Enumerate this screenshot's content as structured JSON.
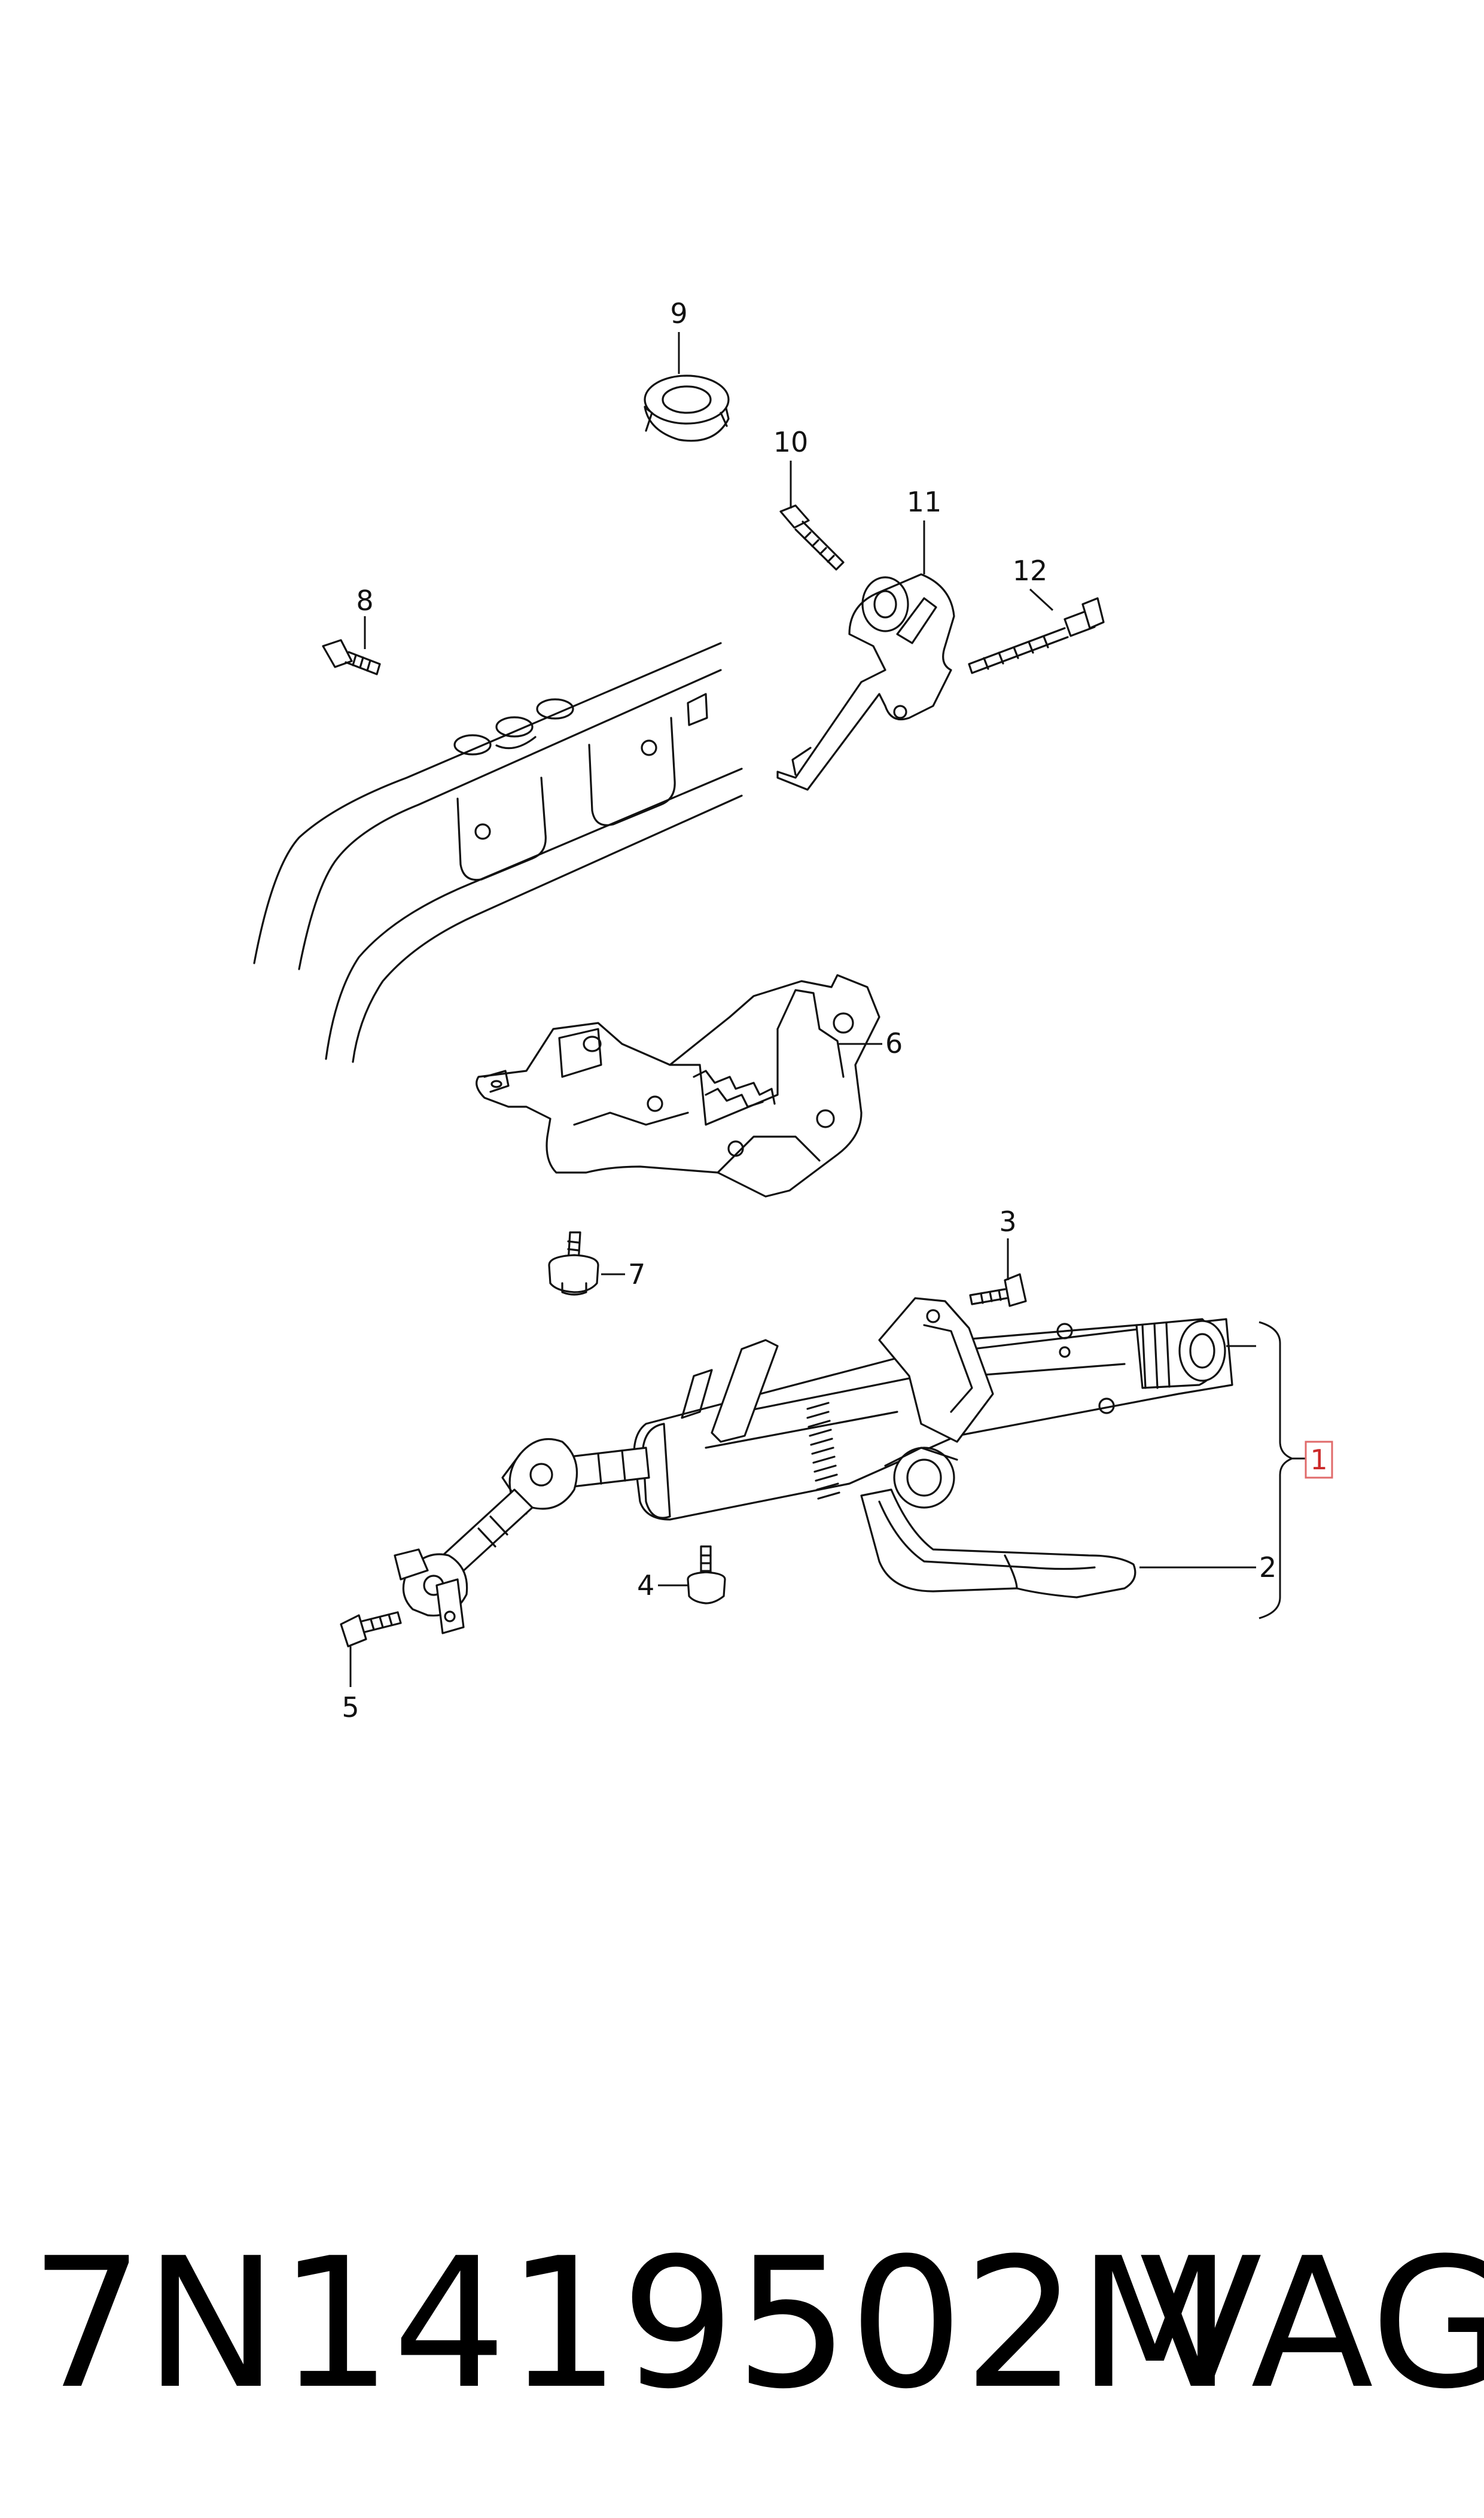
{
  "diagram": {
    "callouts": [
      {
        "id": "c1",
        "label": "1"
      },
      {
        "id": "c2",
        "label": "2"
      },
      {
        "id": "c3",
        "label": "3"
      },
      {
        "id": "c4",
        "label": "4"
      },
      {
        "id": "c5",
        "label": "5"
      },
      {
        "id": "c6",
        "label": "6"
      },
      {
        "id": "c7",
        "label": "7"
      },
      {
        "id": "c8",
        "label": "8"
      },
      {
        "id": "c9",
        "label": "9"
      },
      {
        "id": "c10",
        "label": "10"
      },
      {
        "id": "c11",
        "label": "11"
      },
      {
        "id": "c12",
        "label": "12"
      }
    ]
  },
  "footer": {
    "part_number": "7N1419502M",
    "brand": "VAG"
  }
}
